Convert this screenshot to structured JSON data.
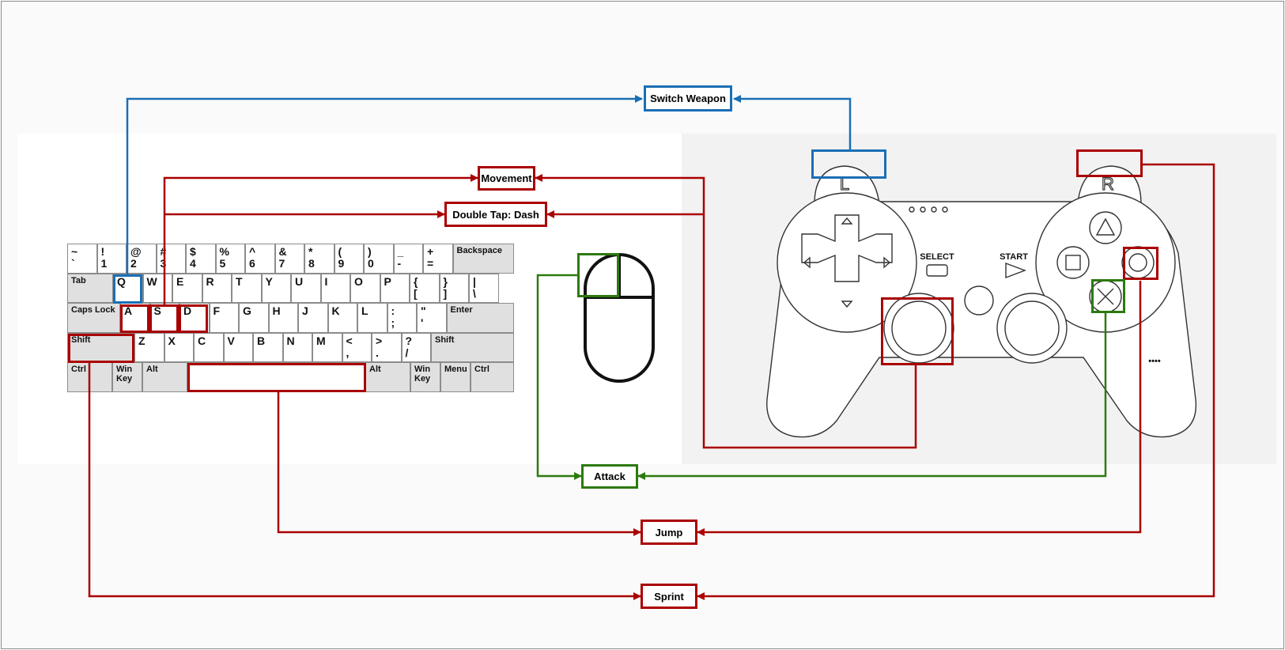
{
  "actions": {
    "switch_weapon": "Switch Weapon",
    "movement": "Movement",
    "dash": "Double Tap: Dash",
    "attack": "Attack",
    "jump": "Jump",
    "sprint": "Sprint"
  },
  "colors": {
    "red": "#aa0000",
    "blue": "#1a6fb5",
    "green": "#2d7a0f",
    "key_modifier": "#e0e0e0",
    "panel_gray": "#f2f2f2"
  },
  "keyboard": {
    "row1": [
      {
        "top": "~",
        "bottom": "`"
      },
      {
        "top": "!",
        "bottom": "1"
      },
      {
        "top": "@",
        "bottom": "2"
      },
      {
        "top": "#",
        "bottom": "3"
      },
      {
        "top": "$",
        "bottom": "4"
      },
      {
        "top": "%",
        "bottom": "5"
      },
      {
        "top": "^",
        "bottom": "6"
      },
      {
        "top": "&",
        "bottom": "7"
      },
      {
        "top": "*",
        "bottom": "8"
      },
      {
        "top": "(",
        "bottom": "9"
      },
      {
        "top": ")",
        "bottom": "0"
      },
      {
        "top": "_",
        "bottom": "-"
      },
      {
        "top": "+",
        "bottom": "="
      }
    ],
    "backspace": "Backspace",
    "tab": "Tab",
    "row2": [
      "Q",
      "W",
      "E",
      "R",
      "T",
      "Y",
      "U",
      "I",
      "O",
      "P"
    ],
    "row2_extra": [
      {
        "top": "{",
        "bottom": "["
      },
      {
        "top": "}",
        "bottom": "]"
      },
      {
        "top": "|",
        "bottom": "\\"
      }
    ],
    "caps_lock": "Caps Lock",
    "row3": [
      "A",
      "S",
      "D",
      "F",
      "G",
      "H",
      "J",
      "K",
      "L"
    ],
    "row3_extra": [
      {
        "top": ":",
        "bottom": ";"
      },
      {
        "top": "\"",
        "bottom": "'"
      }
    ],
    "enter": "Enter",
    "shift_left": "Shift",
    "row4": [
      "Z",
      "X",
      "C",
      "V",
      "B",
      "N",
      "M"
    ],
    "row4_extra": [
      {
        "top": "<",
        "bottom": ","
      },
      {
        "top": ">",
        "bottom": "."
      },
      {
        "top": "?",
        "bottom": "/"
      }
    ],
    "shift_right": "Shift",
    "ctrl_left": "Ctrl",
    "win_left": "Win\nKey",
    "alt_left": "Alt",
    "alt_right": "Alt",
    "win_right": "Win\nKey",
    "menu": "Menu",
    "ctrl_right": "Ctrl"
  },
  "controller": {
    "l_label": "L",
    "r_label": "R",
    "select": "SELECT",
    "start": "START"
  }
}
